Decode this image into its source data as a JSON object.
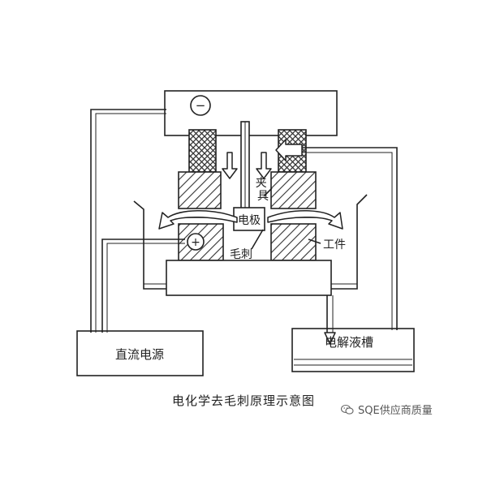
{
  "labels": {
    "negative": "−",
    "positive": "+",
    "fixture": "夹具",
    "electrode": "电极",
    "burr": "毛刺",
    "workpiece": "工件",
    "dc_power": "直流电源",
    "electrolyte_tank": "电解液槽"
  },
  "caption": "电化学去毛刺原理示意图",
  "watermark": "SQE供应商质量",
  "watermark_icon": "wechat-icon",
  "colors": {
    "ink": "#222222",
    "paper": "#ffffff"
  }
}
